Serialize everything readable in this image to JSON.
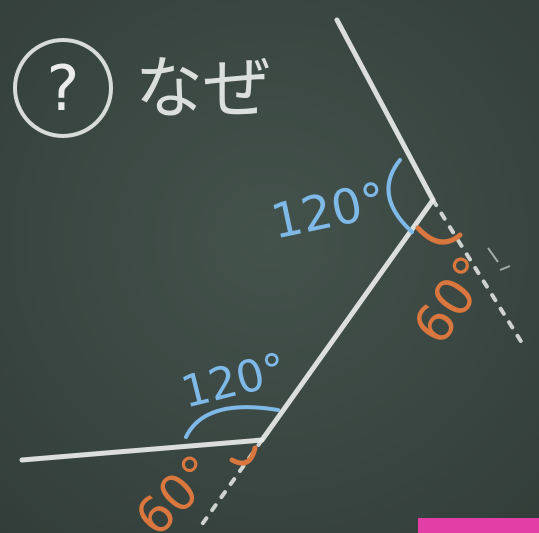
{
  "photo": {
    "question_mark": "?",
    "heading": "なぜ",
    "angle_upper_120": "120°",
    "angle_lower_120": "120°",
    "angle_upper_60": "60°",
    "angle_lower_60": "60°"
  },
  "colors": {
    "board": "#3d4a45",
    "chalk_white": "#e9ecea",
    "chalk_blue": "#7fb9e8",
    "chalk_orange": "#d9773f",
    "pink_corner": "#e23ea6"
  }
}
